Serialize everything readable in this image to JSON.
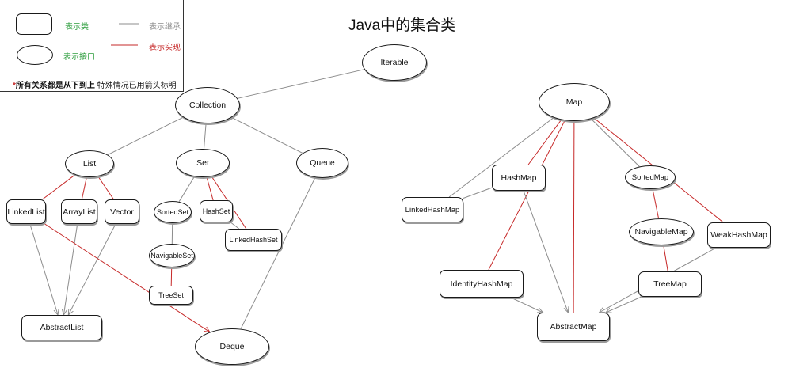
{
  "title": "Java中的集合类",
  "legend": {
    "class_label": "表示类",
    "interface_label": "表示接口",
    "inherit_label": "表示继承",
    "implement_label": "表示实现",
    "note_star": "*",
    "note_bold": "所有关系都是从下到上",
    "note_rest": "  特殊情况已用箭头标明"
  },
  "colors": {
    "inherit": "#8c8c8c",
    "implement": "#c62828",
    "legend_green": "#2e9e3e",
    "legend_gray": "#8c8c8c",
    "legend_red": "#c62828"
  },
  "nodes": {
    "iterable": "Iterable",
    "collection": "Collection",
    "list": "List",
    "set": "Set",
    "queue": "Queue",
    "linkedlist": "LinkedList",
    "arraylist": "ArrayList",
    "vector": "Vector",
    "sortedset": "SortedSet",
    "hashset": "HashSet",
    "linkedhashset": "LinkedHashSet",
    "navigableset": "NavigableSet",
    "treeset": "TreeSet",
    "abstractlist": "AbstractList",
    "deque": "Deque",
    "map": "Map",
    "hashmap": "HashMap",
    "linkedhashmap": "LinkedHashMap",
    "sortedmap": "SortedMap",
    "navigablemap": "NavigableMap",
    "weakhashmap": "WeakHashMap",
    "identityhashmap": "IdentityHashMap",
    "treemap": "TreeMap",
    "abstractmap": "AbstractMap"
  },
  "edges": [
    {
      "from": "collection",
      "to": "iterable",
      "kind": "inherit"
    },
    {
      "from": "list",
      "to": "collection",
      "kind": "inherit"
    },
    {
      "from": "set",
      "to": "collection",
      "kind": "inherit"
    },
    {
      "from": "queue",
      "to": "collection",
      "kind": "inherit"
    },
    {
      "from": "linkedlist",
      "to": "list",
      "kind": "implement"
    },
    {
      "from": "arraylist",
      "to": "list",
      "kind": "implement"
    },
    {
      "from": "vector",
      "to": "list",
      "kind": "implement"
    },
    {
      "from": "sortedset",
      "to": "set",
      "kind": "inherit"
    },
    {
      "from": "hashset",
      "to": "set",
      "kind": "implement"
    },
    {
      "from": "linkedhashset",
      "to": "set",
      "kind": "implement"
    },
    {
      "from": "linkedhashset",
      "to": "hashset",
      "kind": "inherit"
    },
    {
      "from": "navigableset",
      "to": "sortedset",
      "kind": "inherit"
    },
    {
      "from": "treeset",
      "to": "navigableset",
      "kind": "implement"
    },
    {
      "from": "linkedlist",
      "to": "abstractlist",
      "kind": "inherit",
      "arrow": true
    },
    {
      "from": "arraylist",
      "to": "abstractlist",
      "kind": "inherit",
      "arrow": true
    },
    {
      "from": "vector",
      "to": "abstractlist",
      "kind": "inherit",
      "arrow": true
    },
    {
      "from": "linkedlist",
      "to": "deque",
      "kind": "implement",
      "arrow": true
    },
    {
      "from": "deque",
      "to": "queue",
      "kind": "inherit"
    },
    {
      "from": "hashmap",
      "to": "map",
      "kind": "implement"
    },
    {
      "from": "linkedhashmap",
      "to": "map",
      "kind": "inherit"
    },
    {
      "from": "linkedhashmap",
      "to": "hashmap",
      "kind": "inherit"
    },
    {
      "from": "sortedmap",
      "to": "map",
      "kind": "inherit"
    },
    {
      "from": "weakhashmap",
      "to": "map",
      "kind": "implement"
    },
    {
      "from": "identityhashmap",
      "to": "map",
      "kind": "implement"
    },
    {
      "from": "abstractmap",
      "to": "map",
      "kind": "implement"
    },
    {
      "from": "navigablemap",
      "to": "sortedmap",
      "kind": "implement"
    },
    {
      "from": "treemap",
      "to": "navigablemap",
      "kind": "implement"
    },
    {
      "from": "hashmap",
      "to": "abstractmap",
      "kind": "inherit",
      "arrow": true
    },
    {
      "from": "identityhashmap",
      "to": "abstractmap",
      "kind": "inherit",
      "arrow": true
    },
    {
      "from": "treemap",
      "to": "abstractmap",
      "kind": "inherit",
      "arrow": true
    },
    {
      "from": "weakhashmap",
      "to": "abstractmap",
      "kind": "inherit",
      "arrow": true
    }
  ]
}
